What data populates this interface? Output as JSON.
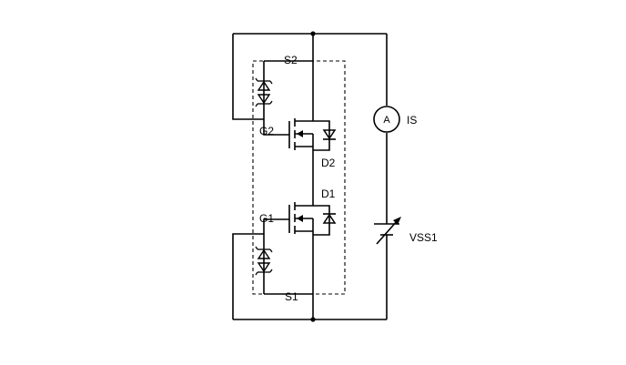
{
  "labels": {
    "s2": "S2",
    "s1": "S1",
    "g2": "G2",
    "g1": "G1",
    "d2": "D2",
    "d1": "D1",
    "is": "IS",
    "vss1": "VSS1",
    "meter_letter": "A"
  },
  "icons": {
    "ammeter": "ammeter-icon",
    "variable_source": "variable-dc-source-icon",
    "mosfet": "n-mosfet-icon",
    "tvs": "bidirectional-tvs-diode-icon",
    "body_diode": "body-diode-icon"
  },
  "colors": {
    "line": "#000000",
    "background": "#ffffff"
  }
}
